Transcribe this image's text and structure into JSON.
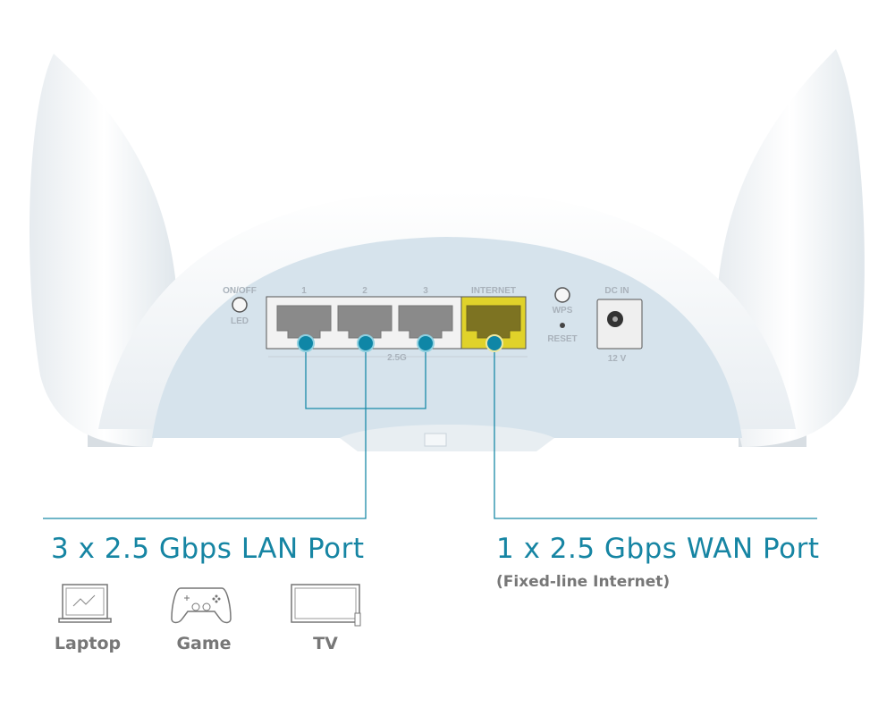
{
  "router": {
    "onoff_label": "ON/OFF",
    "led_label": "LED",
    "port_labels": [
      "1",
      "2",
      "3"
    ],
    "internet_label": "INTERNET",
    "lan_speed_label": "2.5G",
    "wps_label": "WPS",
    "reset_label": "RESET",
    "dcin_label": "DC IN",
    "voltage_label": "12 V"
  },
  "lan": {
    "title": "3 x 2.5 Gbps LAN Port",
    "devices": [
      {
        "label": "Laptop",
        "icon": "laptop-icon"
      },
      {
        "label": "Game",
        "icon": "gamepad-icon"
      },
      {
        "label": "TV",
        "icon": "tv-icon"
      }
    ]
  },
  "wan": {
    "title": "1 x 2.5 Gbps WAN Port",
    "subtitle": "(Fixed-line Internet)"
  },
  "colors": {
    "accent": "#1685a3",
    "wan_port": "#e0d22a",
    "panel": "#d6e3ec"
  }
}
